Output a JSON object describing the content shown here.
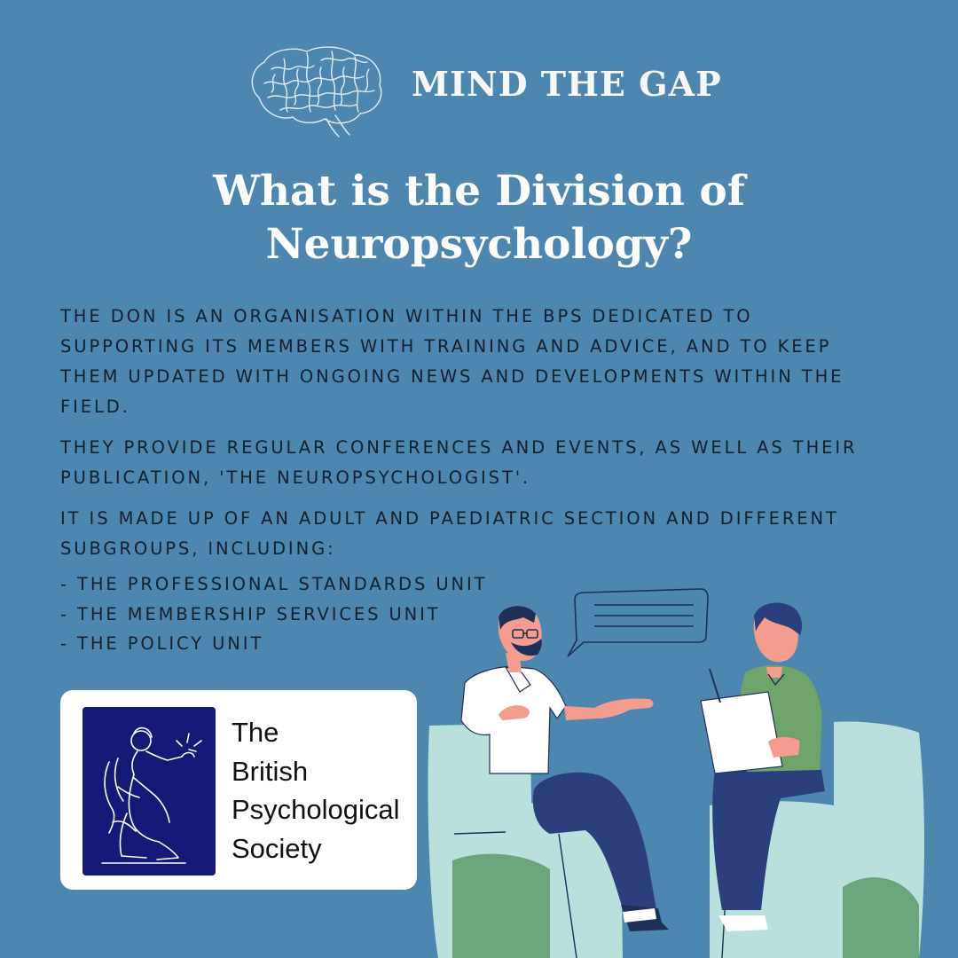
{
  "brand": {
    "title": "MIND THE GAP",
    "icon": "brain-icon"
  },
  "headline": {
    "line1": "What is the Division of",
    "line2": "Neuropsychology?"
  },
  "paragraphs": [
    "THE DON IS AN ORGANISATION WITHIN THE BPS DEDICATED TO SUPPORTING ITS MEMBERS WITH TRAINING AND ADVICE, AND TO KEEP THEM UPDATED WITH ONGOING NEWS AND DEVELOPMENTS WITHIN THE FIELD.",
    "THEY PROVIDE REGULAR CONFERENCES AND EVENTS, AS WELL AS THEIR PUBLICATION, 'THE NEUROPSYCHOLOGIST'.",
    "IT IS MADE UP OF AN ADULT AND PAEDIATRIC SECTION AND DIFFERENT SUBGROUPS, INCLUDING:"
  ],
  "subgroups": [
    "- THE PROFESSIONAL STANDARDS UNIT",
    "- THE MEMBERSHIP SERVICES UNIT",
    "- THE POLICY UNIT"
  ],
  "logo": {
    "line1": "The",
    "line2": "British",
    "line3": "Psychological",
    "line4": "Society",
    "emblem_color": "#151a78"
  },
  "colors": {
    "background": "#4d87b0",
    "text_dark": "#14202b",
    "white": "#ffffff",
    "chair": "#b9e0dd",
    "chair_shadow": "#6aa57c",
    "pants": "#2b3f7d",
    "shirt_green": "#6ea36a",
    "skin": "#f49c8d"
  }
}
